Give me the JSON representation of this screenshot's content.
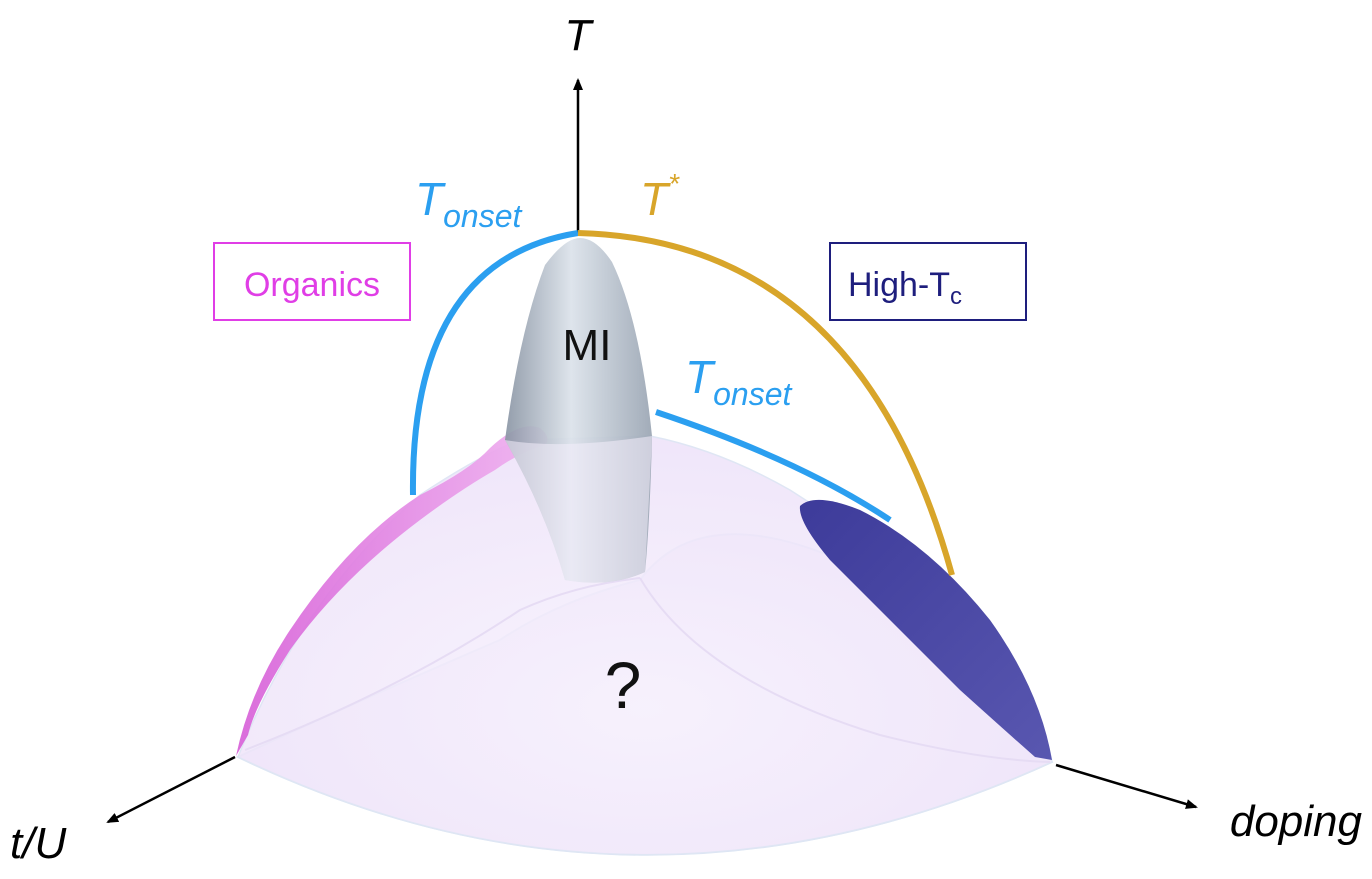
{
  "axes": {
    "vertical": "T",
    "left": "t/U",
    "right": "doping"
  },
  "labels": {
    "tonset_left": {
      "main": "T",
      "sub": "onset"
    },
    "tonset_right": {
      "main": "T",
      "sub": "onset"
    },
    "tstar": {
      "main": "T",
      "sup": "*"
    },
    "mi": "MI",
    "question": "?"
  },
  "boxes": {
    "organics": "Organics",
    "hightc": {
      "main": "High-T",
      "sub": "c"
    }
  },
  "colors": {
    "axis": "#000000",
    "tonset": "#2b9ff0",
    "tstar": "#d8a52a",
    "organics": "#e03ee6",
    "organics_fill": "#e58fe5",
    "hightc": "#1e1e7d",
    "hightc_fill": "#4c4aa6",
    "dome": "#f1e9fb",
    "mi_fill": "#bcc6d3"
  }
}
